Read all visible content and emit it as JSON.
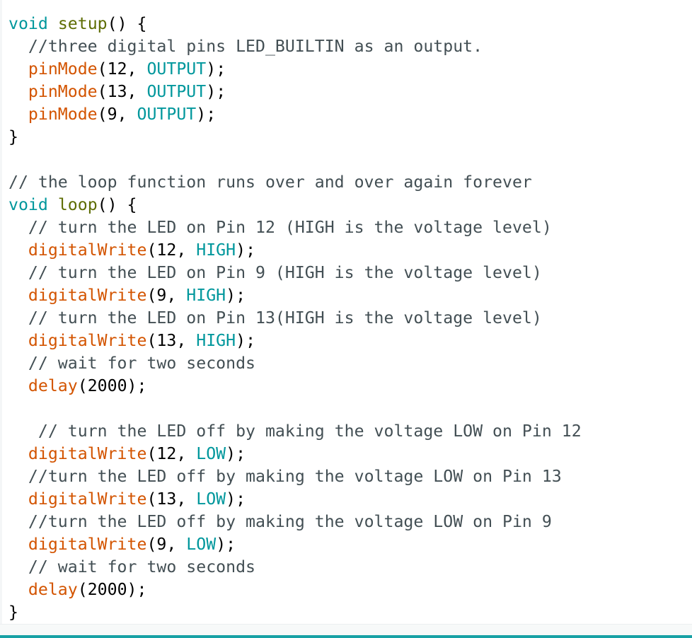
{
  "colors": {
    "keyword": "#00979C",
    "function": "#D35400",
    "user_function": "#5E6D03",
    "comment": "#434F54",
    "accent_bar": "#17A1A5"
  },
  "code_lines": [
    [
      [
        "void",
        "k"
      ],
      [
        " ",
        "p"
      ],
      [
        "setup",
        "u"
      ],
      [
        "() {",
        "p"
      ]
    ],
    [
      [
        "  ",
        "p"
      ],
      [
        "//three digital pins LED_BUILTIN as an output.",
        "c"
      ]
    ],
    [
      [
        "  ",
        "p"
      ],
      [
        "pinMode",
        "f"
      ],
      [
        "(12, ",
        "p"
      ],
      [
        "OUTPUT",
        "k"
      ],
      [
        ");",
        "p"
      ]
    ],
    [
      [
        "  ",
        "p"
      ],
      [
        "pinMode",
        "f"
      ],
      [
        "(13, ",
        "p"
      ],
      [
        "OUTPUT",
        "k"
      ],
      [
        ");",
        "p"
      ]
    ],
    [
      [
        "  ",
        "p"
      ],
      [
        "pinMode",
        "f"
      ],
      [
        "(9, ",
        "p"
      ],
      [
        "OUTPUT",
        "k"
      ],
      [
        ");",
        "p"
      ]
    ],
    [
      [
        "}",
        "p"
      ]
    ],
    [],
    [
      [
        "// the loop function runs over and over again forever",
        "c"
      ]
    ],
    [
      [
        "void",
        "k"
      ],
      [
        " ",
        "p"
      ],
      [
        "loop",
        "u"
      ],
      [
        "() {",
        "p"
      ]
    ],
    [
      [
        "  ",
        "p"
      ],
      [
        "// turn the LED on Pin 12 (HIGH is the voltage level)",
        "c"
      ]
    ],
    [
      [
        "  ",
        "p"
      ],
      [
        "digitalWrite",
        "f"
      ],
      [
        "(12, ",
        "p"
      ],
      [
        "HIGH",
        "k"
      ],
      [
        ");",
        "p"
      ]
    ],
    [
      [
        "  ",
        "p"
      ],
      [
        "// turn the LED on Pin 9 (HIGH is the voltage level)",
        "c"
      ]
    ],
    [
      [
        "  ",
        "p"
      ],
      [
        "digitalWrite",
        "f"
      ],
      [
        "(9, ",
        "p"
      ],
      [
        "HIGH",
        "k"
      ],
      [
        ");",
        "p"
      ]
    ],
    [
      [
        "  ",
        "p"
      ],
      [
        "// turn the LED on Pin 13(HIGH is the voltage level)",
        "c"
      ]
    ],
    [
      [
        "  ",
        "p"
      ],
      [
        "digitalWrite",
        "f"
      ],
      [
        "(13, ",
        "p"
      ],
      [
        "HIGH",
        "k"
      ],
      [
        ");",
        "p"
      ]
    ],
    [
      [
        "  ",
        "p"
      ],
      [
        "// wait for two seconds",
        "c"
      ]
    ],
    [
      [
        "  ",
        "p"
      ],
      [
        "delay",
        "f"
      ],
      [
        "(2000);",
        "p"
      ]
    ],
    [],
    [
      [
        "   ",
        "p"
      ],
      [
        "// turn the LED off by making the voltage LOW on Pin 12",
        "c"
      ]
    ],
    [
      [
        "  ",
        "p"
      ],
      [
        "digitalWrite",
        "f"
      ],
      [
        "(12, ",
        "p"
      ],
      [
        "LOW",
        "k"
      ],
      [
        ");",
        "p"
      ]
    ],
    [
      [
        "  ",
        "p"
      ],
      [
        "//turn the LED off by making the voltage LOW on Pin 13",
        "c"
      ]
    ],
    [
      [
        "  ",
        "p"
      ],
      [
        "digitalWrite",
        "f"
      ],
      [
        "(13, ",
        "p"
      ],
      [
        "LOW",
        "k"
      ],
      [
        ");",
        "p"
      ]
    ],
    [
      [
        "  ",
        "p"
      ],
      [
        "//turn the LED off by making the voltage LOW on Pin 9",
        "c"
      ]
    ],
    [
      [
        "  ",
        "p"
      ],
      [
        "digitalWrite",
        "f"
      ],
      [
        "(9, ",
        "p"
      ],
      [
        "LOW",
        "k"
      ],
      [
        ");",
        "p"
      ]
    ],
    [
      [
        "  ",
        "p"
      ],
      [
        "// wait for two seconds",
        "c"
      ]
    ],
    [
      [
        "  ",
        "p"
      ],
      [
        "delay",
        "f"
      ],
      [
        "(2000);",
        "p"
      ]
    ],
    [
      [
        "}",
        "p"
      ]
    ]
  ]
}
